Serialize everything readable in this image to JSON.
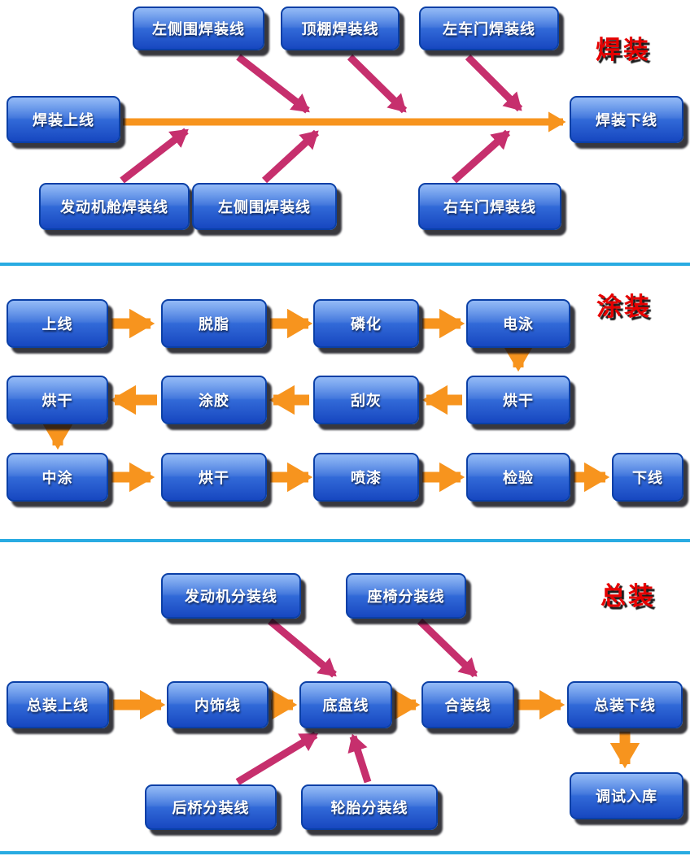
{
  "colors": {
    "arrow_orange": "#f7941e",
    "arrow_pink": "#c62f6d",
    "divider": "#29abe2",
    "section_label": "#e60000",
    "box_top": "#4d8df0",
    "box_bottom": "#1747c0",
    "box_border": "#0a3fa6"
  },
  "welding": {
    "label": "焊装",
    "top_row": [
      "左侧围焊装线",
      "顶棚焊装线",
      "左车门焊装线"
    ],
    "line_start": "焊装上线",
    "line_end": "焊装下线",
    "bottom_row": [
      "发动机舱焊装线",
      "左侧围焊装线",
      "右车门焊装线"
    ]
  },
  "painting": {
    "label": "涂装",
    "row1": [
      "上线",
      "脱脂",
      "磷化",
      "电泳"
    ],
    "row2": [
      "烘干",
      "涂胶",
      "刮灰",
      "烘干"
    ],
    "row3": [
      "中涂",
      "烘干",
      "喷漆",
      "检验",
      "下线"
    ]
  },
  "assembly": {
    "label": "总装",
    "feeder_top": [
      "发动机分装线",
      "座椅分装线"
    ],
    "main_row": [
      "总装上线",
      "内饰线",
      "底盘线",
      "合装线",
      "总装下线"
    ],
    "feeder_bottom": [
      "后桥分装线",
      "轮胎分装线"
    ],
    "final": "调试入库"
  }
}
